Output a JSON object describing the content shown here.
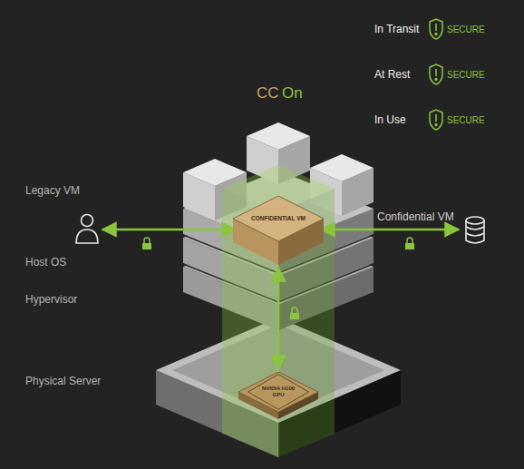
{
  "diagram": {
    "nodes": [
      {
        "text": [
          "CONFIDENTIAL VM"
        ]
      },
      {
        "text": [
          "NVIDIA H100 GPU"
        ]
      }
    ],
    "edges": [
      {
        "from": 0,
        "to": 1,
        "arrow": "both"
      }
    ],
    "labels": [
      "In Transit",
      "SECURE",
      "At Rest",
      "SECURE",
      "In Use",
      "SECURE",
      "CC",
      "On",
      "Legacy VM",
      "Host OS",
      "Hypervisor",
      "Physical Server",
      "Confidential VM"
    ]
  }
}
